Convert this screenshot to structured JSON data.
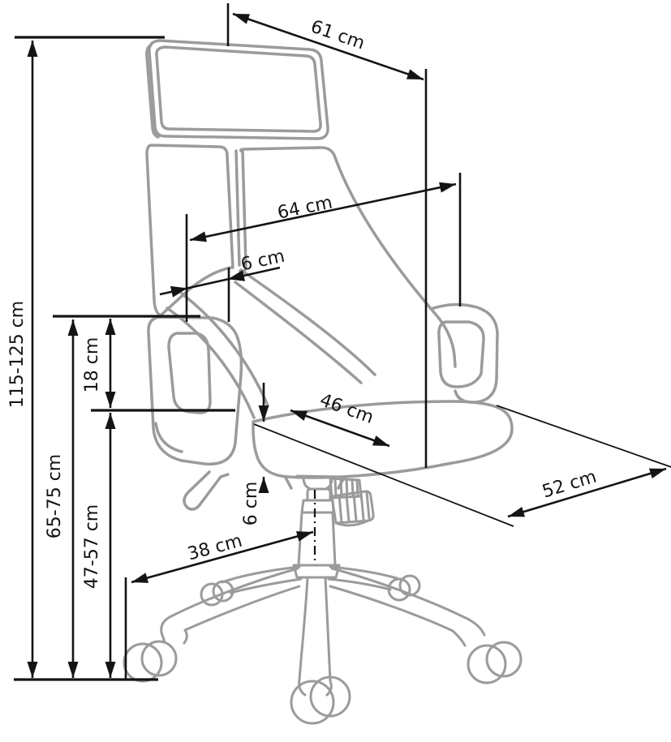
{
  "figure": {
    "type": "product-dimension-diagram",
    "subject": "office swivel chair, three-quarter line drawing with dimension callouts",
    "unit": "cm"
  },
  "dimensions": {
    "headrest_top_depth": "61 cm",
    "backrest_width_diagonal": "64 cm",
    "backrest_frame_thickness": "6 cm",
    "overall_height": "115-125 cm",
    "seat_to_armrest": "18 cm",
    "armrest_height": "65-75 cm",
    "seat_height": "47-57 cm",
    "seat_depth": "46 cm",
    "seat_width": "52 cm",
    "seat_cushion_thickness": "6 cm",
    "base_leg_span": "38 cm"
  },
  "colors": {
    "chair_outline": "#9b9b9b",
    "dimension_ink": "#141414",
    "background": "#ffffff"
  }
}
